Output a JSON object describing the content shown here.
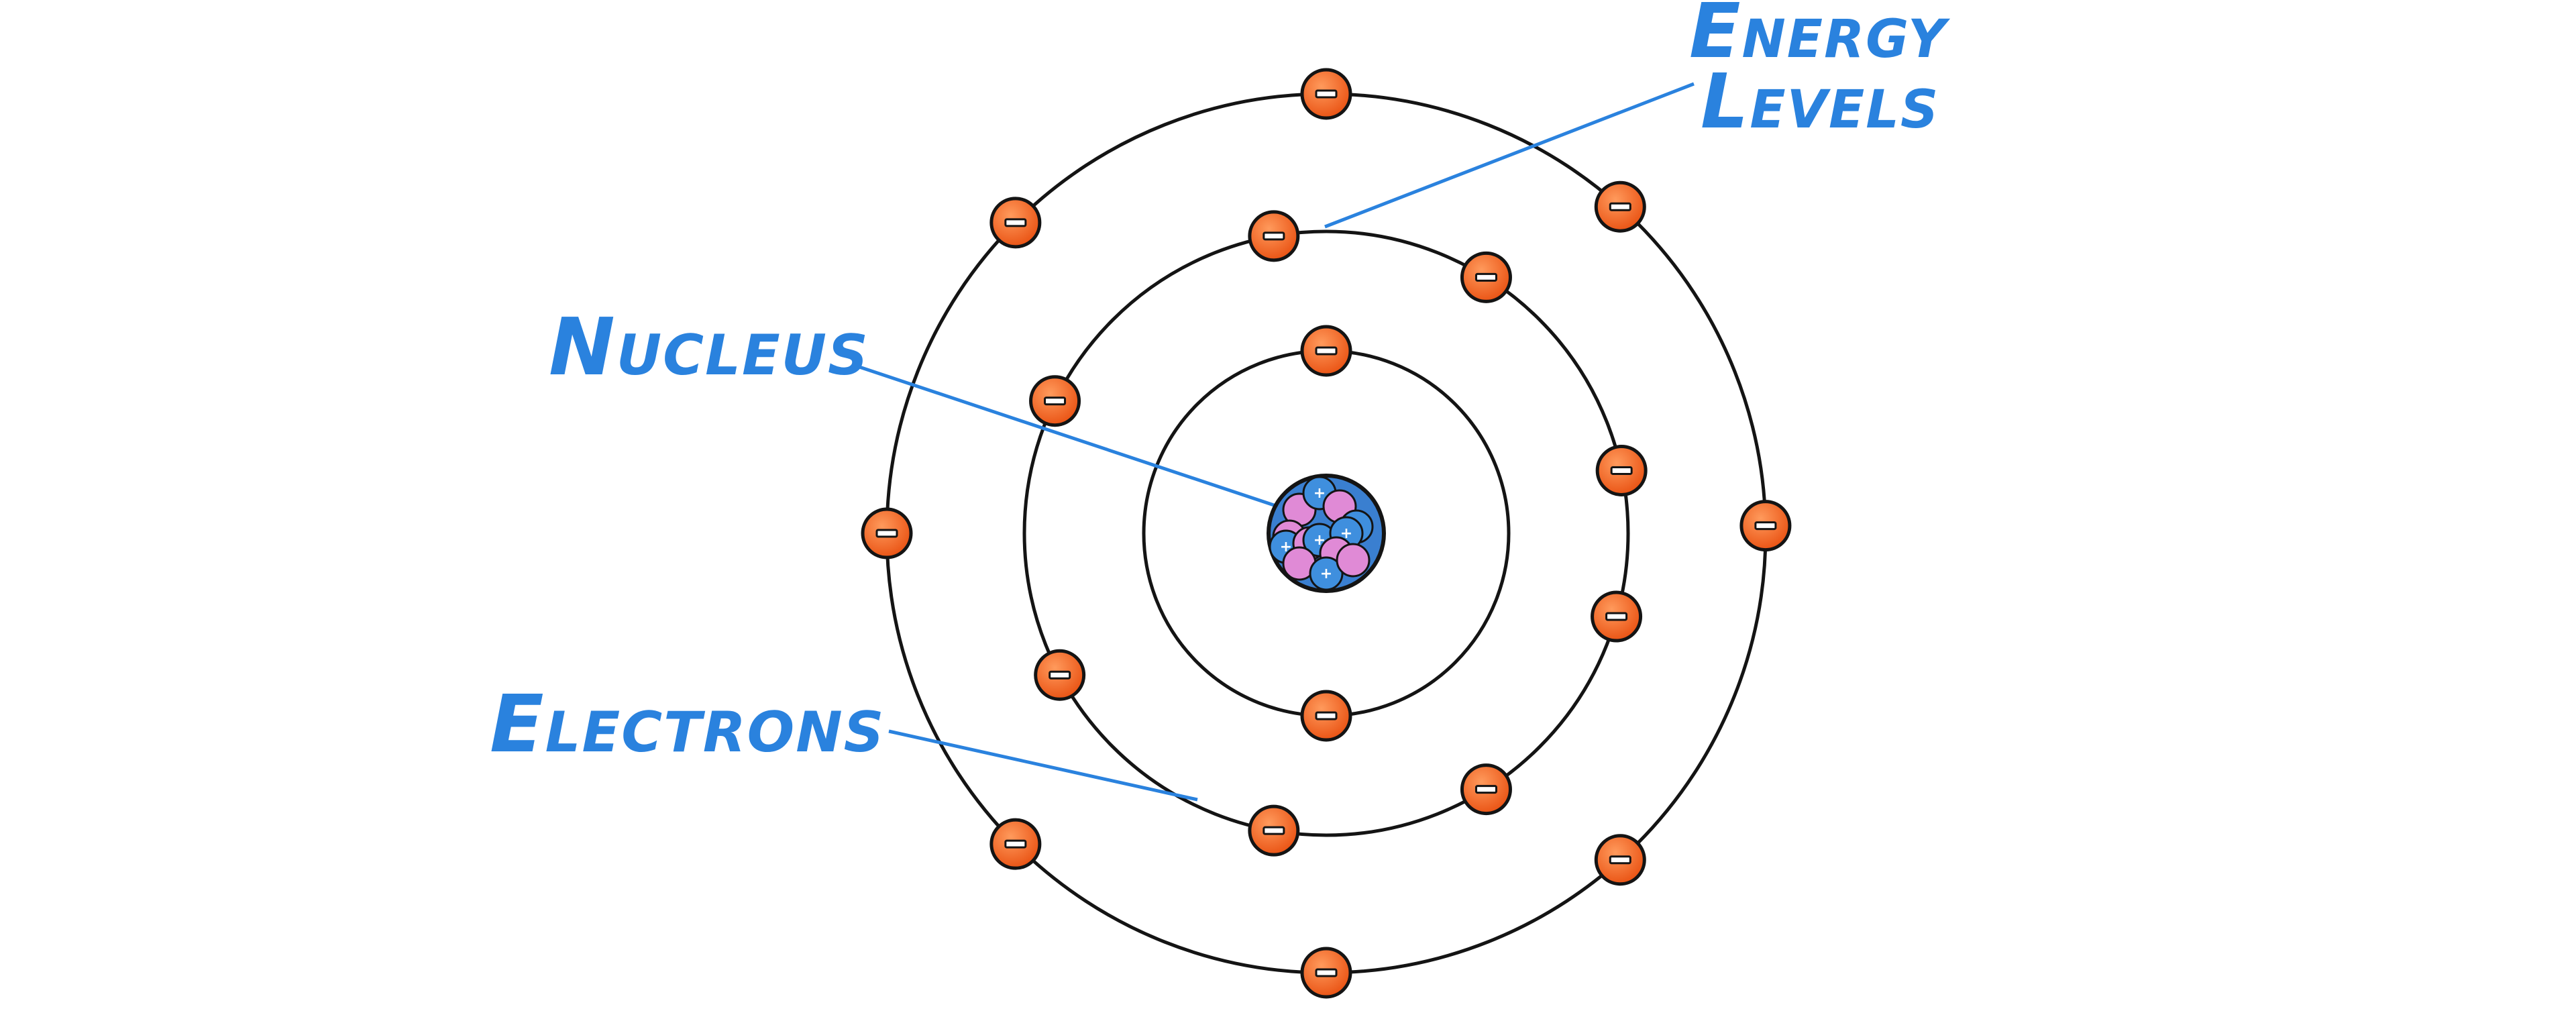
{
  "labels": {
    "nucleus": "Nucleus",
    "electrons": "Electrons",
    "energy_levels_line1": "Energy",
    "energy_levels_line2": "Levels"
  },
  "symbols": {
    "electron": "−",
    "proton": "+"
  },
  "colors": {
    "label": "#2a82de",
    "leader_line": "#2a82de",
    "orbit": "#141414",
    "electron_fill": "#f0601e",
    "electron_highlight": "#ff8a4a",
    "nucleus_bg": "#3a7fd0",
    "proton": "#3f8fde",
    "neutron": "#e08ad6"
  },
  "shells": [
    {
      "name": "shell-1",
      "electron_count": 2
    },
    {
      "name": "shell-2",
      "electron_count": 8
    },
    {
      "name": "shell-3",
      "electron_count": 8
    }
  ],
  "nucleus": {
    "protons": 7,
    "neutrons": 6
  }
}
